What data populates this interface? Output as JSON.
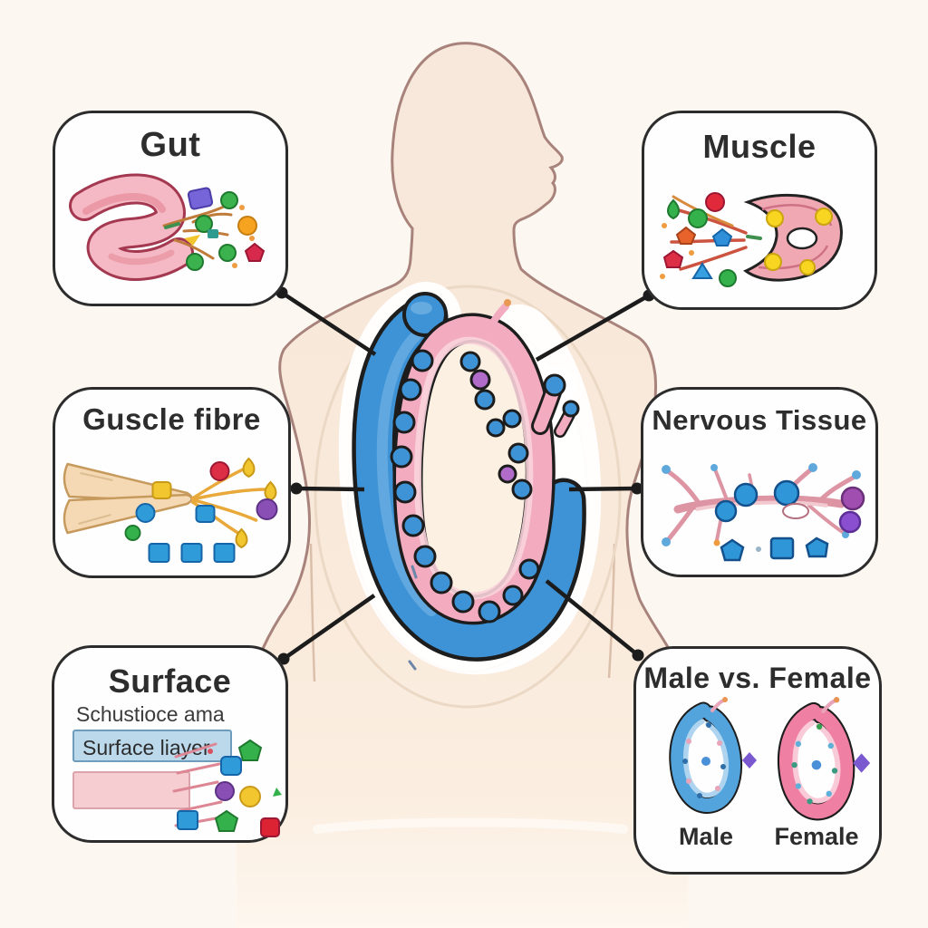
{
  "canvas": {
    "background_color": "#fcf8f1"
  },
  "center_figure": {
    "description": "human body silhouette, head in profile facing right, enlarged gut loop in torso",
    "skin_color": "#f8e8db",
    "outline_color": "#a8837c",
    "organ_blue": "#3e93d6",
    "organ_pink": "#f3abc0"
  },
  "connectors": {
    "color": "#1c1c1c",
    "count": 6
  },
  "boxes": [
    {
      "id": "gut",
      "title": "Gut",
      "icon": "gut-curve-with-molecules"
    },
    {
      "id": "muscle",
      "title": "Muscle",
      "icon": "muscle-section-with-molecules"
    },
    {
      "id": "muscle-fibre",
      "title": "Guscle fibre",
      "icon": "fibre-bundles-with-molecules"
    },
    {
      "id": "nervous-tissue",
      "title": "Nervous Tissue",
      "icon": "branching-neuron-with-molecules"
    },
    {
      "id": "surface",
      "title": "Surface",
      "icon": "layer-stack-with-molecules",
      "strata_label": "Schustioce ama",
      "layer_label": "Surface liayer"
    },
    {
      "id": "male-female",
      "title": "Male vs. Female",
      "icon": "paired-gut-loops",
      "male_label": "Male",
      "female_label": "Female",
      "male_color": "#53a4dc",
      "female_color": "#f07fa4"
    }
  ]
}
